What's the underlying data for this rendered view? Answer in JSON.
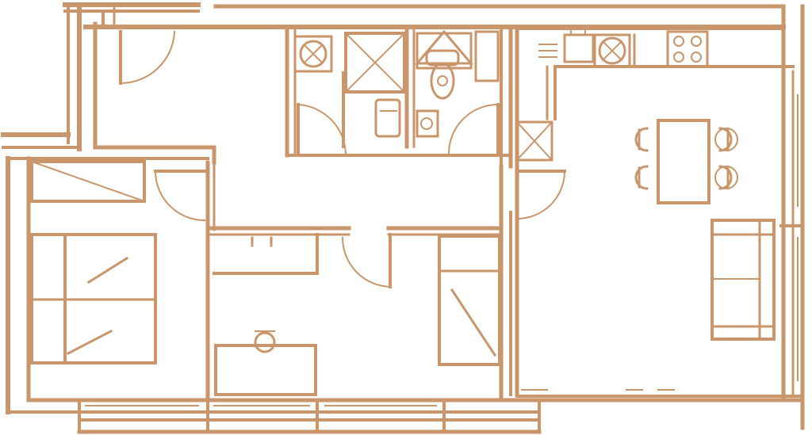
{
  "plan": {
    "line_color": "#c8966a",
    "background": "#ffffff",
    "rooms": [
      "bedroom-1",
      "bedroom-2",
      "bedroom-3",
      "hallway",
      "bathroom",
      "wc",
      "kitchen-living-dining"
    ],
    "fixtures": [
      "bathtub",
      "shower",
      "toilet",
      "washbasin",
      "washing-machine",
      "kitchen-sink",
      "cooktop",
      "dining-table",
      "dining-chair",
      "sofa",
      "double-bed",
      "single-bed",
      "desk",
      "office-chair",
      "wardrobe"
    ]
  }
}
